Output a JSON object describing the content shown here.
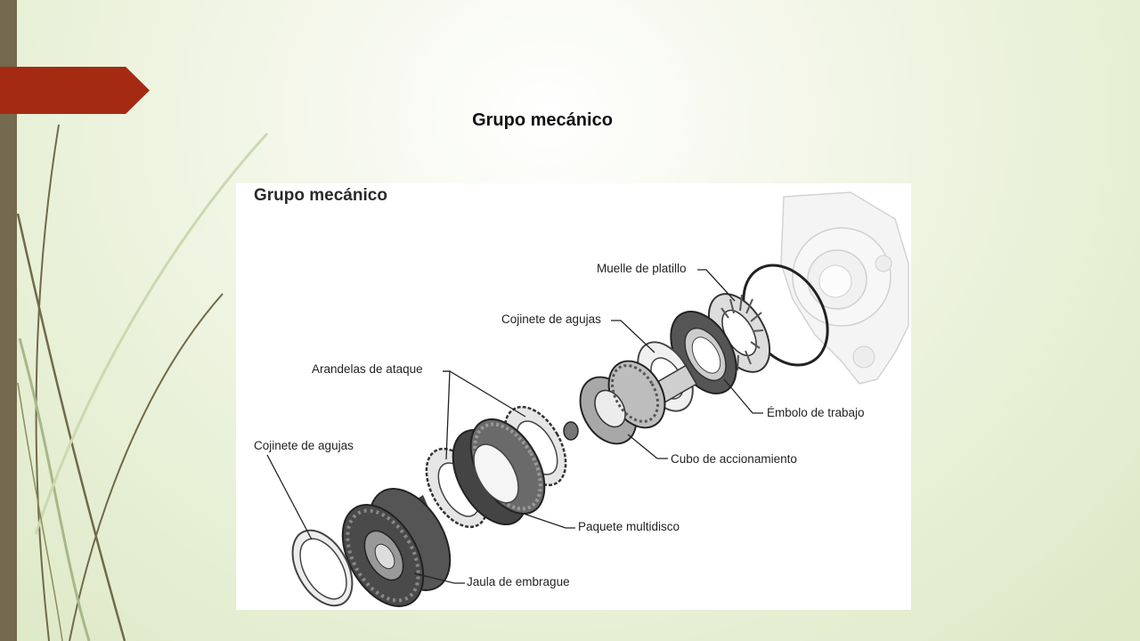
{
  "slide": {
    "title": "Grupo mecánico"
  },
  "figure": {
    "title": "Grupo mecánico",
    "labels": {
      "muelle_platillo": "Muelle de platillo",
      "cojinete_agujas_1": "Cojinete de agujas",
      "arandelas_ataque": "Arandelas de ataque",
      "cojinete_agujas_2": "Cojinete de agujas",
      "embolo_trabajo": "Émbolo de trabajo",
      "cubo_accionamiento": "Cubo de accionamiento",
      "paquete_multidisco": "Paquete multidisco",
      "jaula_embrague": "Jaula de embrague"
    }
  },
  "colors": {
    "accent": "#a52a12",
    "sidebar": "#746a4f",
    "background": "#e8f0d6"
  }
}
